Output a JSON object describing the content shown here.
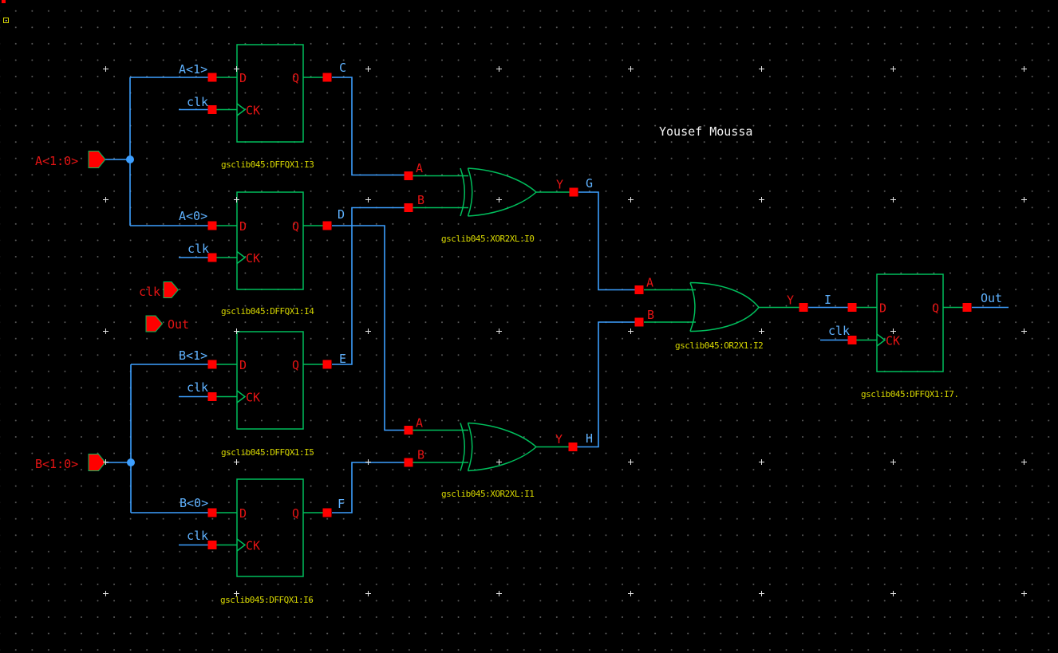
{
  "title": "Yousef Moussa",
  "colors": {
    "background": "#000000",
    "wire": "#3D9FFF",
    "net_label": "#5FB2FF",
    "component_outline": "#00BE5C",
    "pin_square": "#FF0000",
    "pin_text": "#E51414",
    "instance_label": "#D6D600",
    "annotation_text": "#F2F2F2",
    "grid_dot": "#5E5E5E",
    "grid_marker": "#E8E8E8"
  },
  "ports": {
    "a_bus": "A<1:0>",
    "b_bus": "B<1:0>",
    "clk": "clk",
    "out": "Out"
  },
  "net_labels": {
    "a1": "A<1>",
    "a0": "A<0>",
    "b1": "B<1>",
    "b0": "B<0>",
    "c": "C",
    "d": "D",
    "e": "E",
    "f": "F",
    "g": "G",
    "h": "H",
    "i": "I",
    "out": "Out",
    "clk": "clk"
  },
  "pin_names": {
    "d": "D",
    "ck": "CK",
    "q": "Q",
    "a": "A",
    "b": "B",
    "y": "Y"
  },
  "instances": {
    "i3": "gsclib045:DFFQX1:I3",
    "i4": "gsclib045:DFFQX1:I4",
    "i5": "gsclib045:DFFQX1:I5",
    "i6": "gsclib045:DFFQX1:I6",
    "i7": "gsclib045:DFFQX1:I7.",
    "x0": "gsclib045:XOR2XL:I0",
    "x1": "gsclib045:XOR2XL:I1",
    "or2": "gsclib045:OR2X1:I2"
  }
}
